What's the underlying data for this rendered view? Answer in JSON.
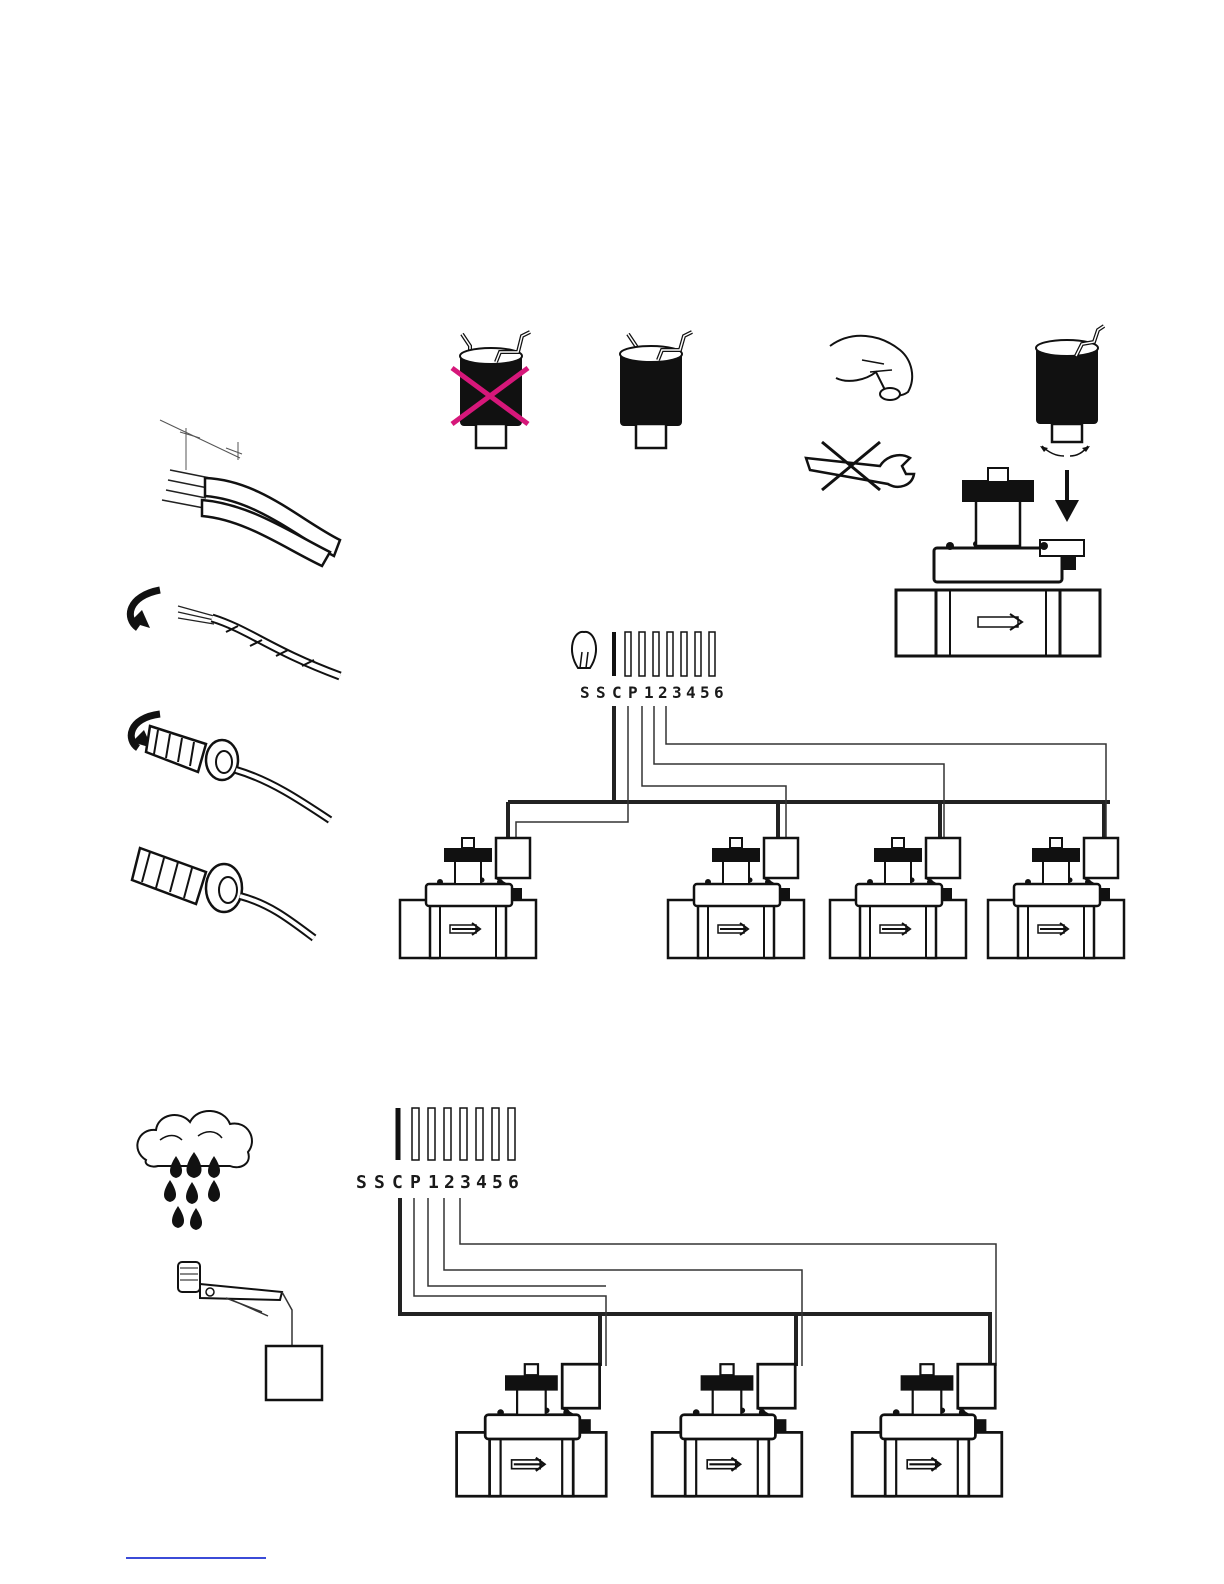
{
  "terminal_block_top": {
    "terminals": [
      "S",
      "S",
      "C",
      "P",
      "1",
      "2",
      "3",
      "4",
      "5",
      "6"
    ]
  },
  "terminal_block_bottom": {
    "terminals": [
      "S",
      "S",
      "C",
      "P",
      "1",
      "2",
      "3",
      "4",
      "5",
      "6"
    ]
  },
  "colors": {
    "forbidden_mark": "#d6177a",
    "ink": "#111111",
    "footer_link_rule": "#3b4bd8"
  },
  "icons": [
    "solenoid-icon",
    "hand-icon",
    "wrench-icon",
    "down-arrow-icon",
    "valve-icon",
    "rain-cloud-icon",
    "rain-sensor-icon",
    "wire-connector-icon"
  ]
}
